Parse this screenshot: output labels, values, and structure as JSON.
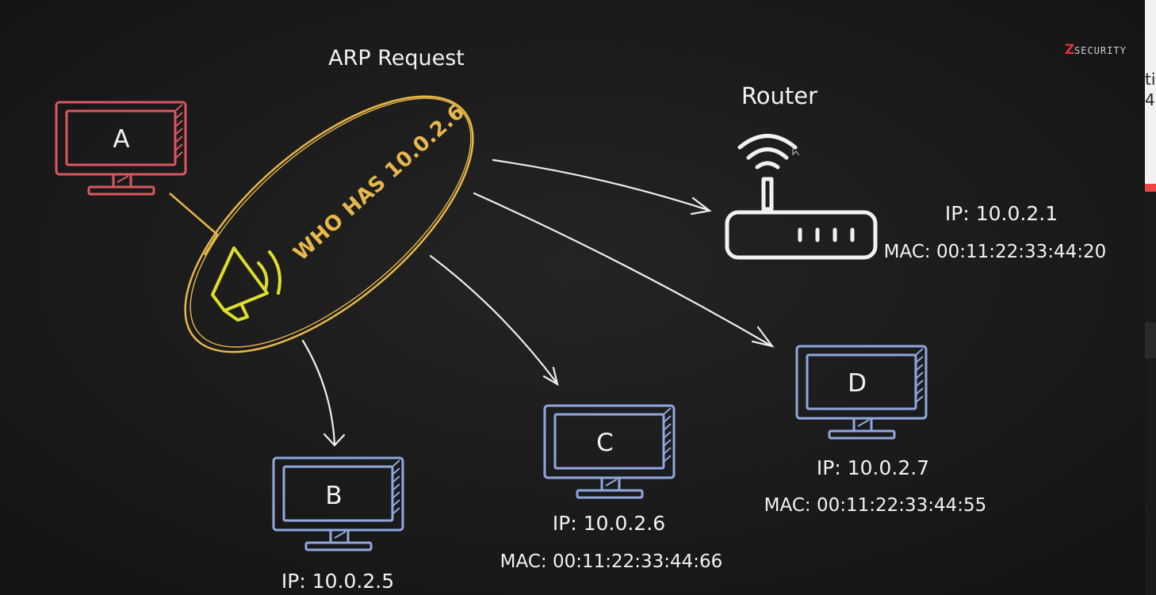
{
  "title": "ARP Request",
  "brand": "SECURITY",
  "brand_prefix": "Z",
  "bubble_text": "WHO HAS 10.0.2.6",
  "router": {
    "label": "Router",
    "ip": "IP: 10.0.2.1",
    "mac": "MAC: 00:11:22:33:44:20"
  },
  "computers": {
    "a": {
      "label": "A"
    },
    "b": {
      "label": "B",
      "ip": "IP: 10.0.2.5"
    },
    "c": {
      "label": "C",
      "ip": "IP: 10.0.2.6",
      "mac": "MAC: 00:11:22:33:44:66"
    },
    "d": {
      "label": "D",
      "ip": "IP: 10.0.2.7",
      "mac": "MAC: 00:11:22:33:44:55"
    }
  },
  "edge_fragments": [
    "ti",
    "4"
  ],
  "colors": {
    "background": "#1b1b1b",
    "sender": "#d9585e",
    "host": "#8fa8e0",
    "bubble": "#e8b84a",
    "megaphone": "#dede2a",
    "chalk": "#f2f2f2",
    "brand_accent": "#d8343a"
  }
}
